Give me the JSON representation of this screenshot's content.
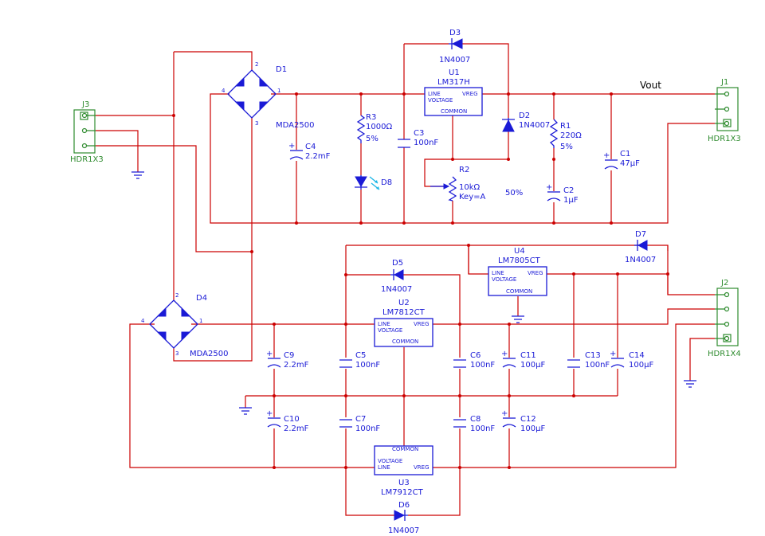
{
  "net_label": "Vout",
  "percent": "50%",
  "connectors": {
    "J1": {
      "ref": "J1",
      "value": "HDR1X3"
    },
    "J2": {
      "ref": "J2",
      "value": "HDR1X4"
    },
    "J3": {
      "ref": "J3",
      "value": "HDR1X3"
    }
  },
  "bridges": {
    "D1": {
      "ref": "D1",
      "value": "MDA2500",
      "pins": [
        "1",
        "2",
        "3",
        "4"
      ]
    },
    "D4": {
      "ref": "D4",
      "value": "MDA2500",
      "pins": [
        "1",
        "2",
        "3",
        "4"
      ]
    }
  },
  "regulators": {
    "U1": {
      "ref": "U1",
      "value": "LM317H",
      "line": "LINE",
      "voltage": "VOLTAGE",
      "vreg": "VREG",
      "common": "COMMON"
    },
    "U2": {
      "ref": "U2",
      "value": "LM7812CT",
      "line": "LINE",
      "voltage": "VOLTAGE",
      "vreg": "VREG",
      "common": "COMMON"
    },
    "U3": {
      "ref": "U3",
      "value": "LM7912CT",
      "line": "LINE",
      "voltage": "VOLTAGE",
      "vreg": "VREG",
      "common": "COMMON"
    },
    "U4": {
      "ref": "U4",
      "value": "LM7805CT",
      "line": "LINE",
      "voltage": "VOLTAGE",
      "vreg": "VREG",
      "common": "COMMON"
    }
  },
  "diodes": {
    "D2": {
      "ref": "D2",
      "value": "1N4007"
    },
    "D3": {
      "ref": "D3",
      "value": "1N4007"
    },
    "D5": {
      "ref": "D5",
      "value": "1N4007"
    },
    "D6": {
      "ref": "D6",
      "value": "1N4007"
    },
    "D7": {
      "ref": "D7",
      "value": "1N4007"
    },
    "D8": {
      "ref": "D8"
    }
  },
  "resistors": {
    "R1": {
      "ref": "R1",
      "value": "220Ω",
      "tol": "5%"
    },
    "R3": {
      "ref": "R3",
      "value": "1000Ω",
      "tol": "5%"
    }
  },
  "pot": {
    "ref": "R2",
    "value": "10kΩ",
    "key": "Key=A"
  },
  "capacitors": {
    "C1": {
      "ref": "C1",
      "value": "47µF"
    },
    "C2": {
      "ref": "C2",
      "value": "1µF"
    },
    "C3": {
      "ref": "C3",
      "value": "100nF"
    },
    "C4": {
      "ref": "C4",
      "value": "2.2mF"
    },
    "C5": {
      "ref": "C5",
      "value": "100nF"
    },
    "C6": {
      "ref": "C6",
      "value": "100nF"
    },
    "C7": {
      "ref": "C7",
      "value": "100nF"
    },
    "C8": {
      "ref": "C8",
      "value": "100nF"
    },
    "C9": {
      "ref": "C9",
      "value": "2.2mF"
    },
    "C10": {
      "ref": "C10",
      "value": "2.2mF"
    },
    "C11": {
      "ref": "C11",
      "value": "100µF"
    },
    "C12": {
      "ref": "C12",
      "value": "100µF"
    },
    "C13": {
      "ref": "C13",
      "value": "100nF"
    },
    "C14": {
      "ref": "C14",
      "value": "100µF"
    }
  }
}
